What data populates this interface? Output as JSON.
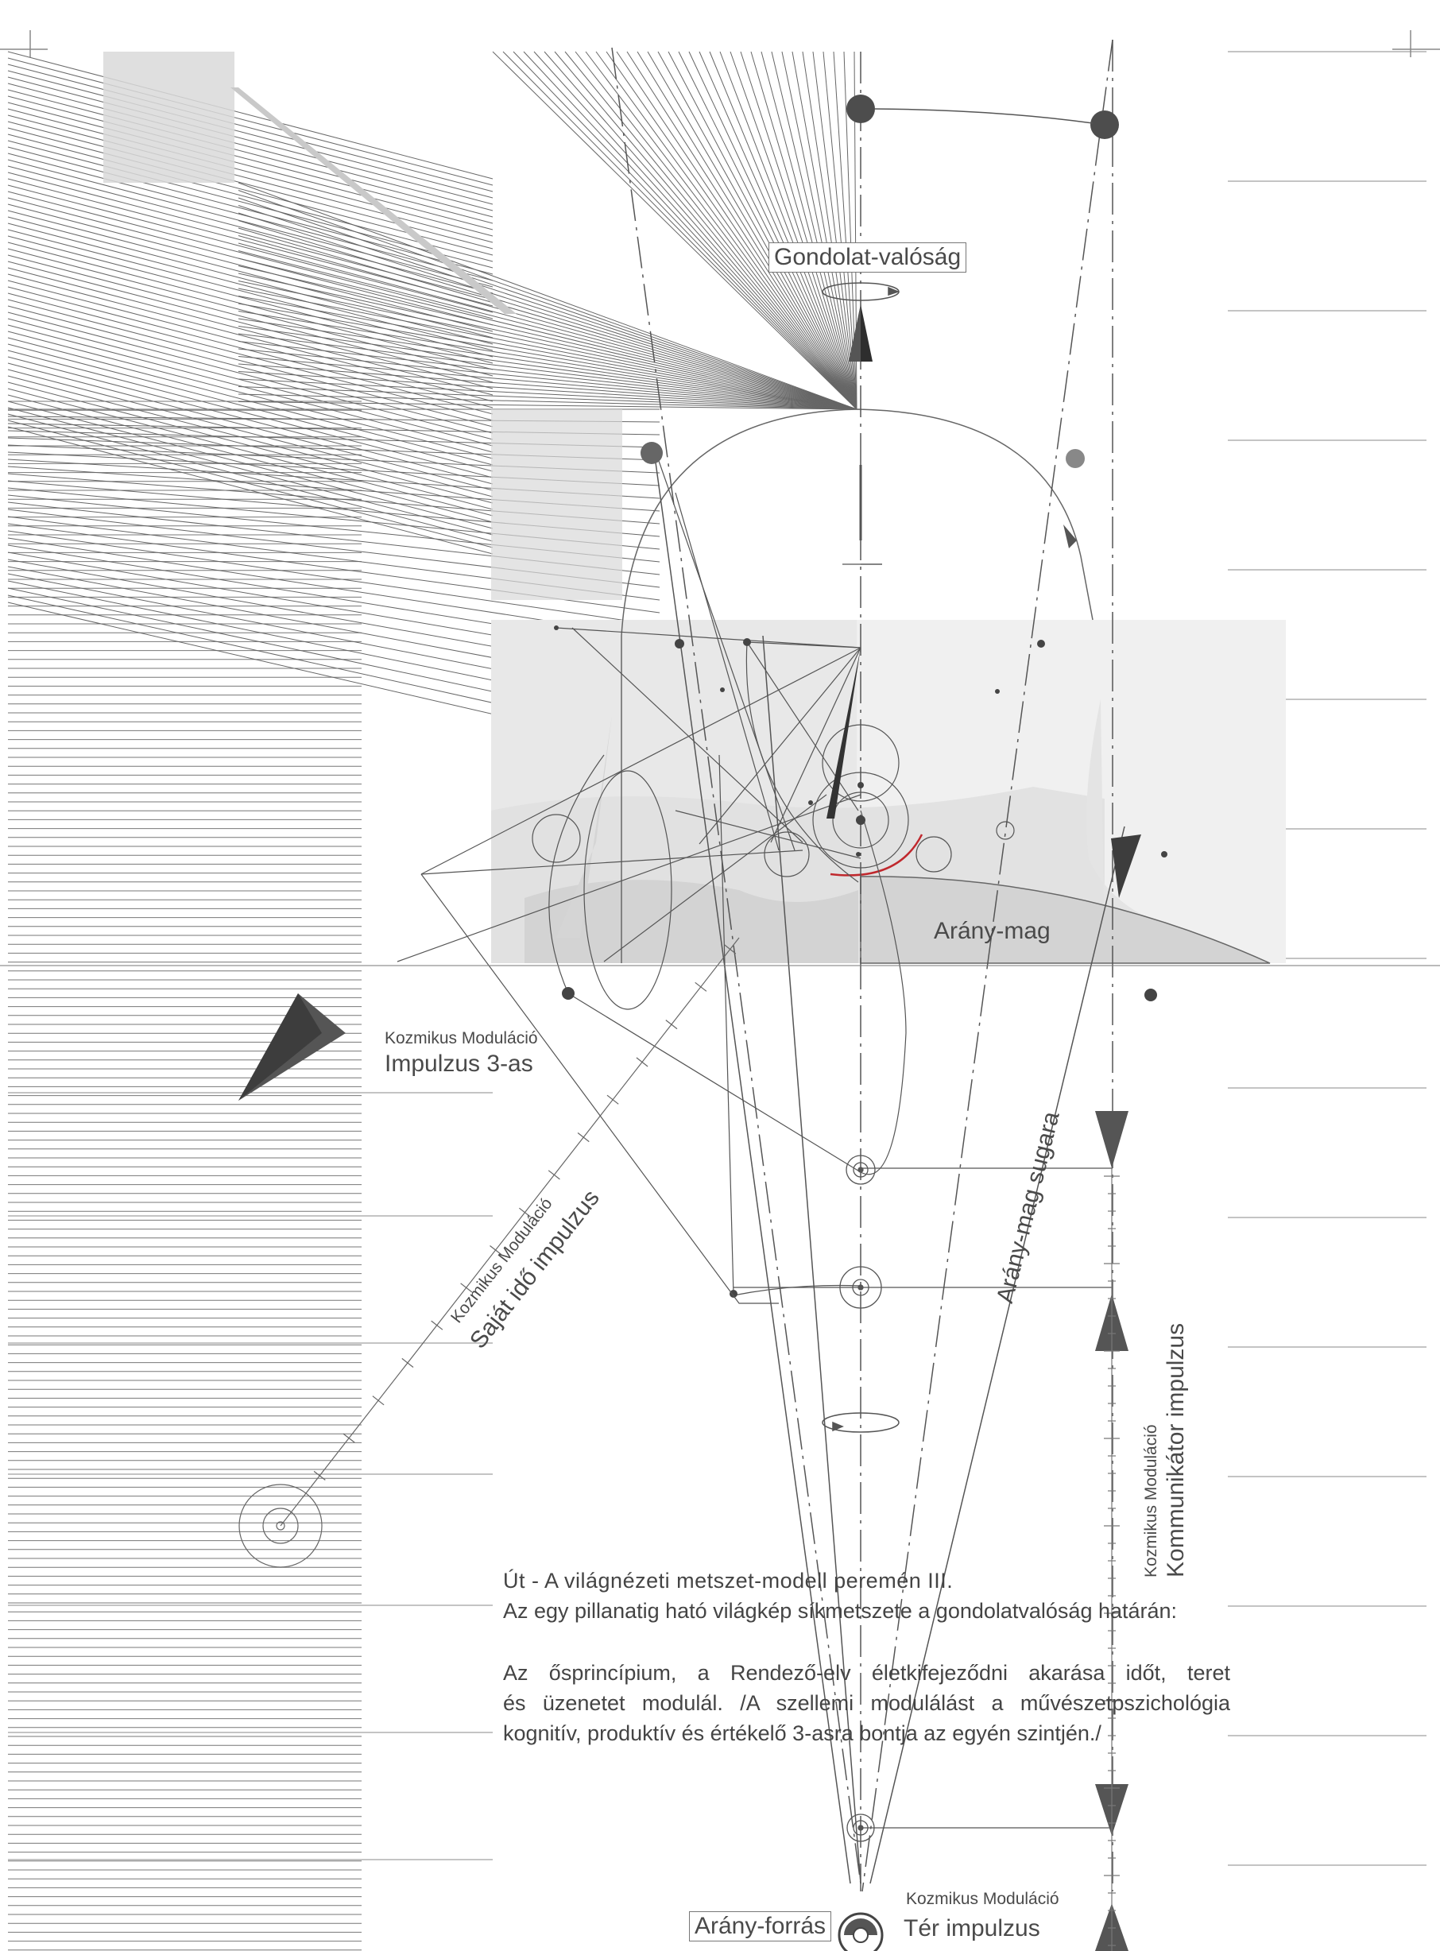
{
  "labels": {
    "gondolat": "Gondolat-valóság",
    "arany_mag": "Arány-mag",
    "arany_mag_sugara": "Arány-mag sugara",
    "kozmikus1": "Kozmikus Moduláció",
    "impulzus3": "Impulzus 3-as",
    "kozmikus2": "Kozmikus Moduláció",
    "sajat_ido": "Saját idő impulzus",
    "kozmikus3": "Kozmikus Moduláció",
    "kommunikator": "Kommunikátor impulzus",
    "arany_forras": "Arány-forrás",
    "kozmikus4": "Kozmikus Moduláció",
    "ter_impulzus": "Tér impulzus"
  },
  "text_block": {
    "title": "Út - A világnézeti metszet-modell peremén III.",
    "subtitle": "Az egy pillanatig ható világkép síkmetszete a gondolatvalóság határán:",
    "para_line1": "Az ősprincípium, a Rendező-elv életkifejeződni akarása időt, teret",
    "para_line2": "és üzenetet modulál. /A szellemi modulálást a művészetpszichológia",
    "para_line3": "kognitív, produktív és értékelő 3-asra bontja az egyén szintjén./"
  },
  "colors": {
    "line": "#555555",
    "light_line": "#8a8a8a",
    "fill_grey": "#d9d9d9",
    "dark": "#4d4d4d",
    "accent_red": "#c0282d"
  }
}
